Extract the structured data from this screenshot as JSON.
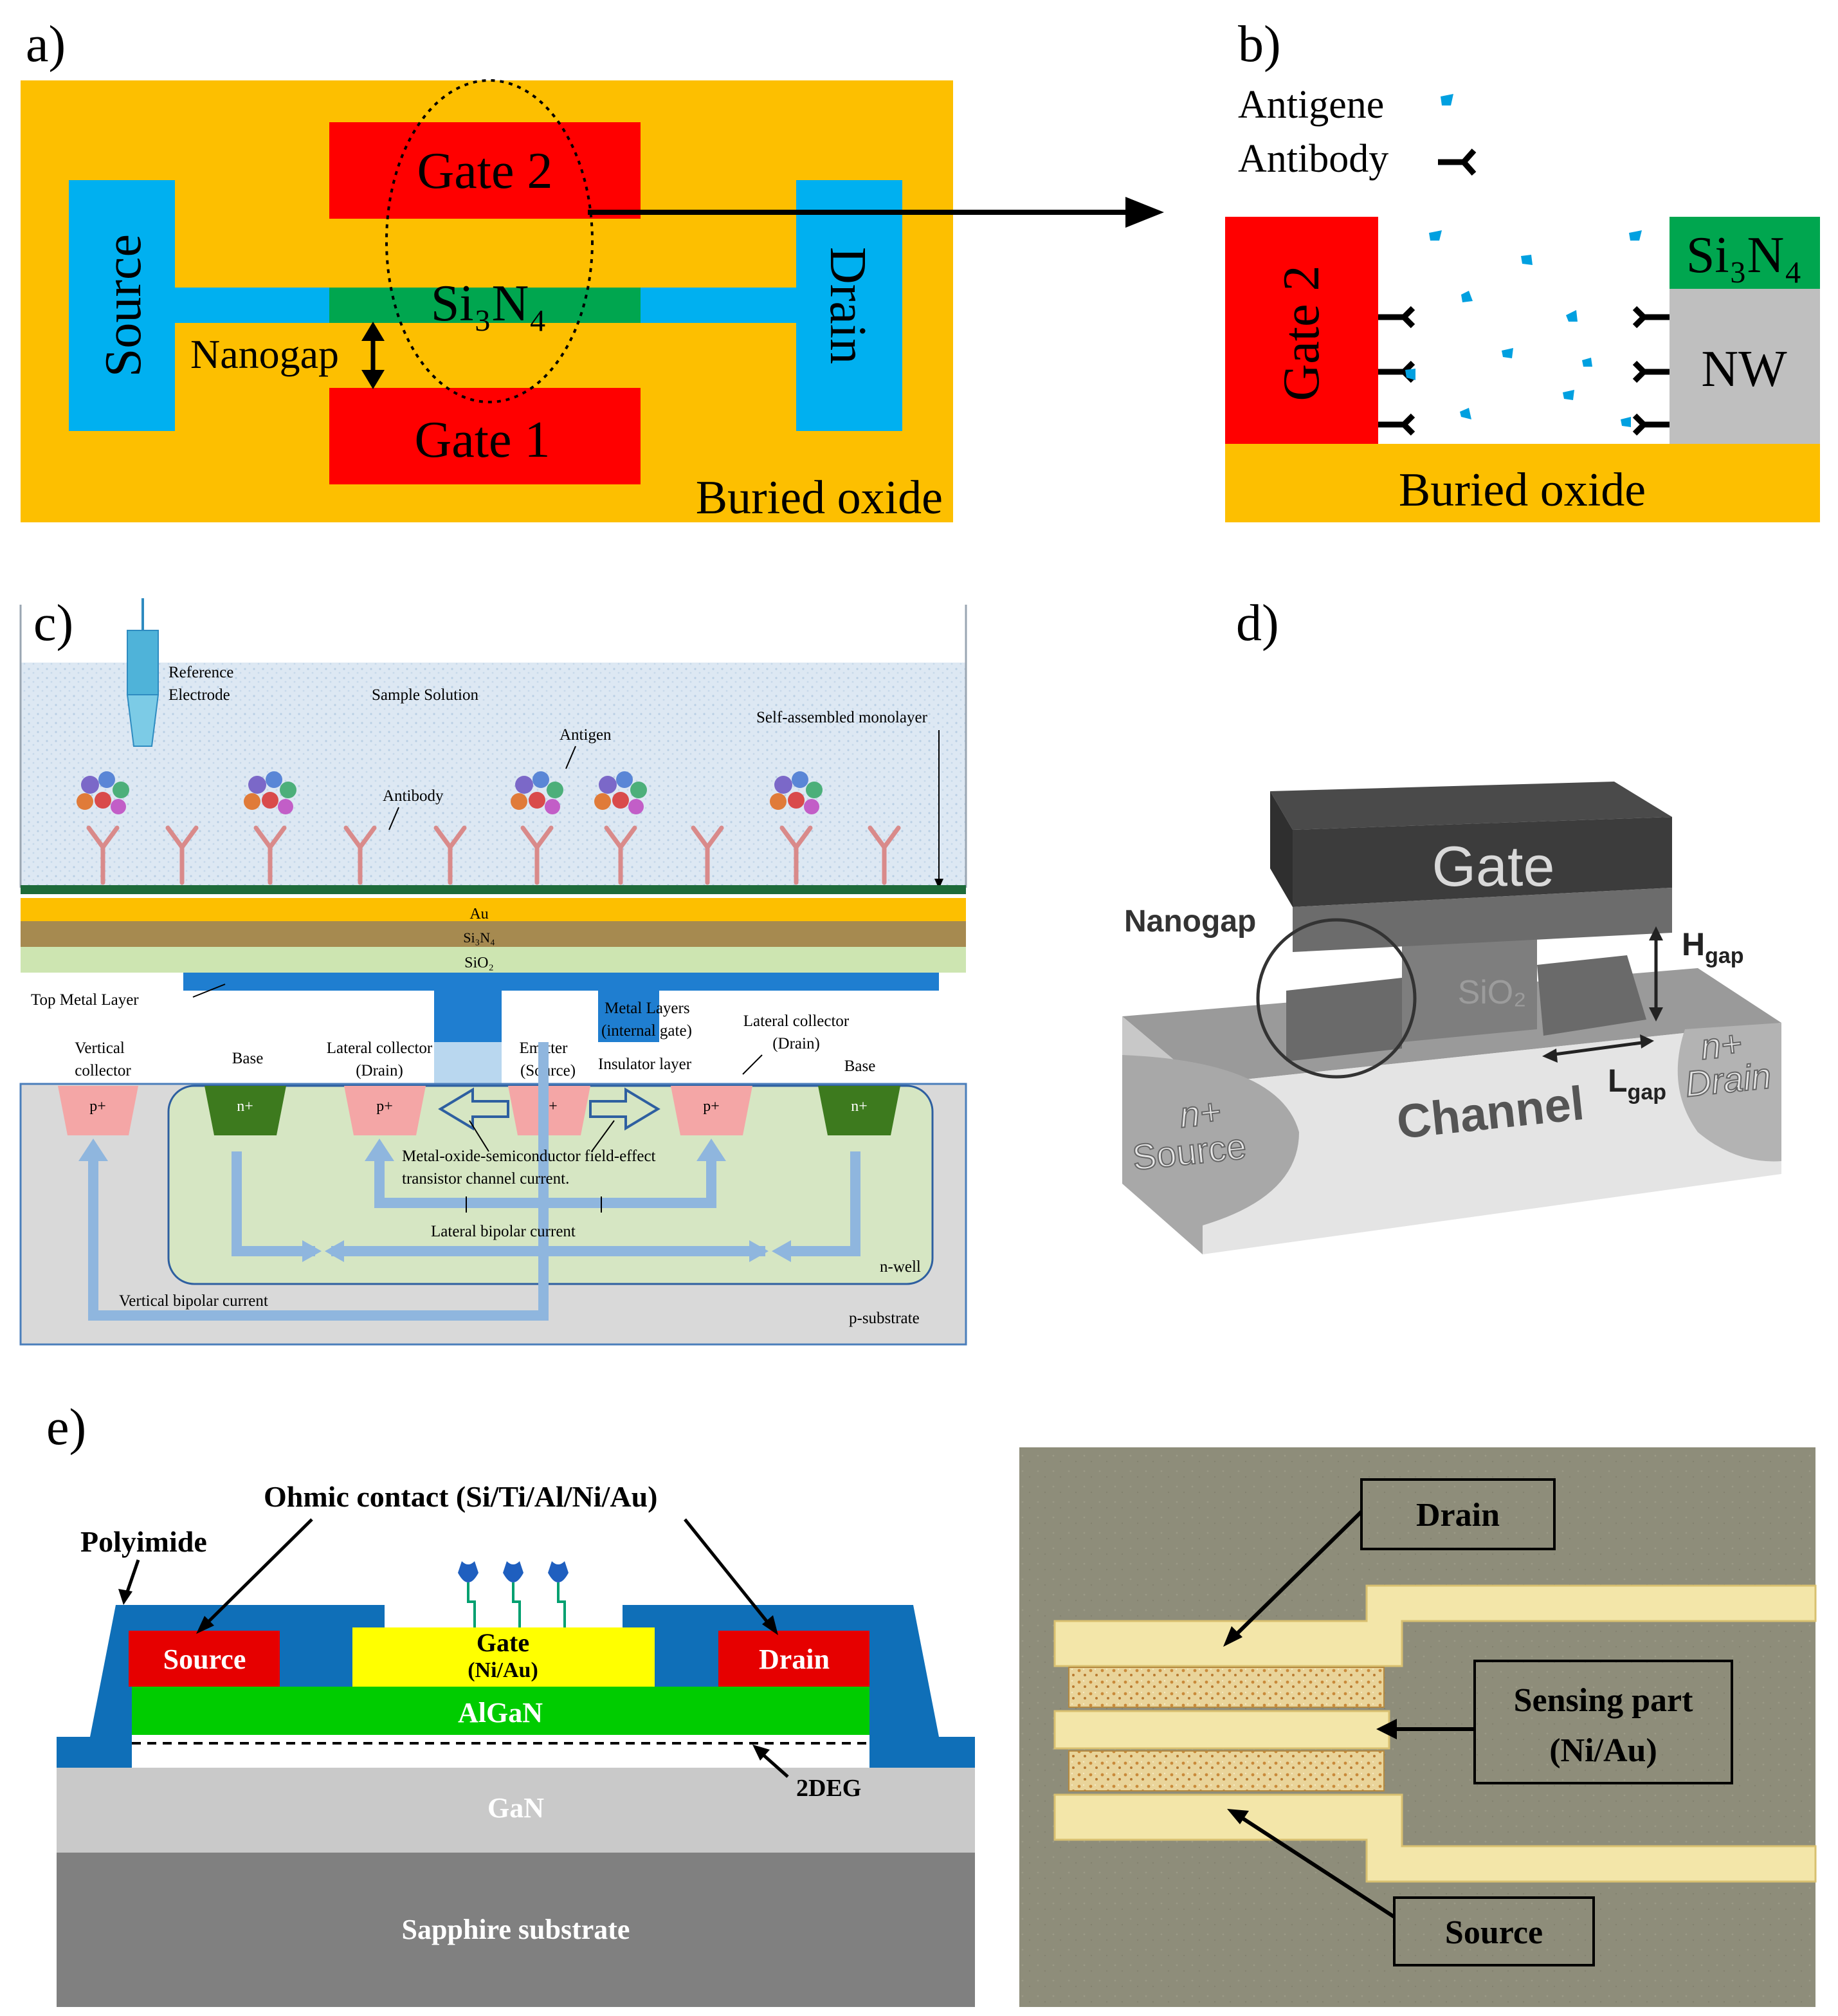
{
  "panels": {
    "a": {
      "label": "a)",
      "source": "Source",
      "drain": "Drain",
      "gate1": "Gate 1",
      "gate2": "Gate 2",
      "si3n4": "Si₃N₄",
      "nanogap": "Nanogap",
      "buried_oxide": "Buried oxide"
    },
    "b": {
      "label": "b)",
      "legend_antigene": "Antigene",
      "legend_antibody": "Antibody",
      "gate2": "Gate 2",
      "si3n4": "Si₃N₄",
      "nw": "NW",
      "buried_oxide": "Buried oxide"
    },
    "c": {
      "label": "c)",
      "reference_electrode_1": "Reference",
      "reference_electrode_2": "Electrode",
      "sample_solution": "Sample Solution",
      "antigen": "Antigen",
      "antibody": "Antibody",
      "sam": "Self-assembled monolayer",
      "au": "Au",
      "si3n4": "Si₃N₄",
      "sio2": "SiO₂",
      "top_metal": "Top Metal Layer",
      "metal_layers_1": "Metal Layers",
      "metal_layers_2": "(internal gate)",
      "insulator": "Insulator layer",
      "vertical_collector_1": "Vertical",
      "vertical_collector_2": "collector",
      "base_left": "Base",
      "lateral_collector_left_1": "Lateral collector",
      "lateral_collector_left_2": "(Drain)",
      "emitter_1": "Emitter",
      "emitter_2": "(Source)",
      "lateral_collector_right_1": "Lateral collector",
      "lateral_collector_right_2": "(Drain)",
      "base_right": "Base",
      "p_plus": "p+",
      "n_plus": "n+",
      "mosfet_1": "Metal-oxide-semiconductor field-effect",
      "mosfet_2": "transistor  channel current.",
      "lateral_bipolar": "Lateral bipolar current",
      "n_well": "n-well",
      "vertical_bipolar": "Vertical bipolar current",
      "p_substrate": "p-substrate"
    },
    "d": {
      "label": "d)",
      "gate": "Gate",
      "sio2": "SiO₂",
      "nanogap": "Nanogap",
      "h_gap_main": "H",
      "h_gap_sub": "gap",
      "l_gap_main": "L",
      "l_gap_sub": "gap",
      "channel": "Channel",
      "source_1": "n+",
      "source_2": "Source",
      "drain_1": "n+",
      "drain_2": "Drain"
    },
    "e": {
      "label": "e)",
      "ohmic": "Ohmic contact (Si/Ti/Al/Ni/Au)",
      "polyimide": "Polyimide",
      "source": "Source",
      "drain": "Drain",
      "gate_1": "Gate",
      "gate_2": "(Ni/Au)",
      "algan": "AlGaN",
      "two_deg": "2DEG",
      "gan": "GaN",
      "sapphire": "Sapphire substrate",
      "photo_drain": "Drain",
      "photo_sensing_1": "Sensing part",
      "photo_sensing_2": "(Ni/Au)",
      "photo_source": "Source"
    }
  }
}
